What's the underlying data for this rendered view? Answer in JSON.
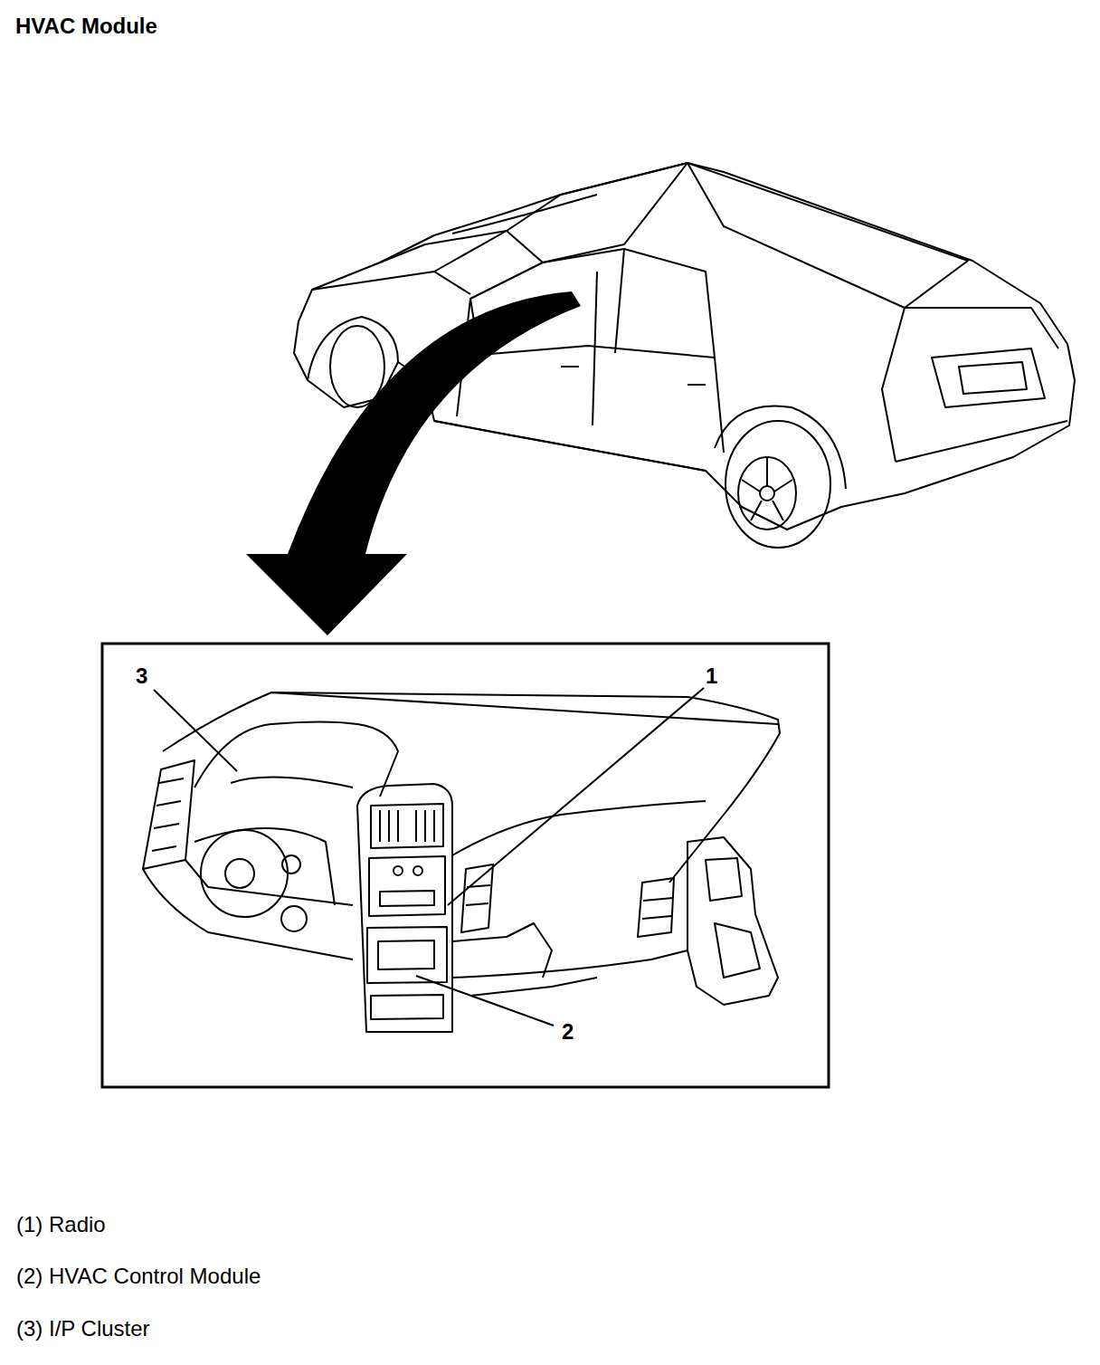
{
  "diagram": {
    "title": "HVAC Module",
    "labels": [
      "3",
      "1",
      "2",
      "(1) Radio",
      "(2) HVAC Control Module",
      "(3) I/P Cluster"
    ]
  }
}
